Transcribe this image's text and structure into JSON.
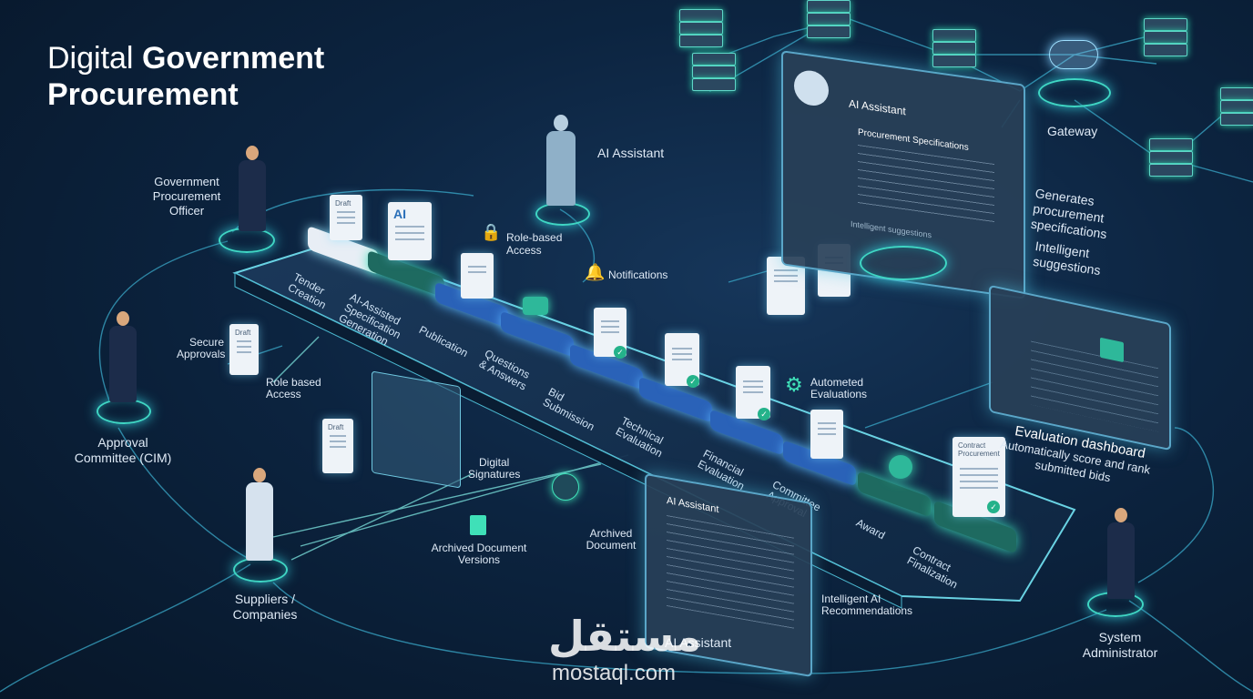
{
  "title": {
    "light": "Digital ",
    "bold_1": "Government",
    "bold_2": "Procurement"
  },
  "actors": {
    "officer": "Government\nProcurement\nOfficer",
    "ai_top": "AI Assistant",
    "approval": "Approval\nCommittee (CIM)",
    "suppliers": "Suppliers /\nCompanies",
    "admin": "System\nAdministrator",
    "ai_bottom": "AI Assistant",
    "gateway": "Gateway"
  },
  "side_labels": {
    "role_based_access_top": "Role-based\nAccess",
    "notifications": "Notifications",
    "secure_approvals": "Secure\nApprovals",
    "role_based_access_left": "Role based\nAccess",
    "digital_signatures": "Digital\nSignatures",
    "archived_versions": "Archived Document\nVersions",
    "archived_document": "Archived\nDocument",
    "automated_evaluations": "Autometed\nEvaluations",
    "intelligent_ai": "Intelligent AI\nRecommendations",
    "generates_specs": "Generates\nprocurement\nspecifications",
    "intelligent_suggestions": "Intelligent\nsuggestions",
    "eval_dashboard_title": "Evaluation dashboard",
    "eval_dashboard_sub": "Automatically score and rank\nsubmitted bids"
  },
  "stages": [
    "Tender\nCreation",
    "AI-Assisted\nSpecification\nGeneration",
    "Publication",
    "Questions\n& Answers",
    "Bid\nSubmission",
    "Technical\nEvaluation",
    "Financial\nEvaluation",
    "Committee\nApproval",
    "Award",
    "Contract\nFinalization"
  ],
  "documents": {
    "draft": "Draft",
    "ai": "AI",
    "contract": "Contract\nProcurement"
  },
  "monitor_top": {
    "header": "AI Assistant",
    "subheader": "Procurement Specifications",
    "footer": "Intelligent suggestions"
  },
  "monitor_bottom": {
    "header": "AI Assistant"
  },
  "watermark": {
    "arabic": "مستقل",
    "latin": "mostaql.com"
  },
  "colors": {
    "accent": "#3fd6c4",
    "background": "#0c2440",
    "green": "#24b28a"
  }
}
